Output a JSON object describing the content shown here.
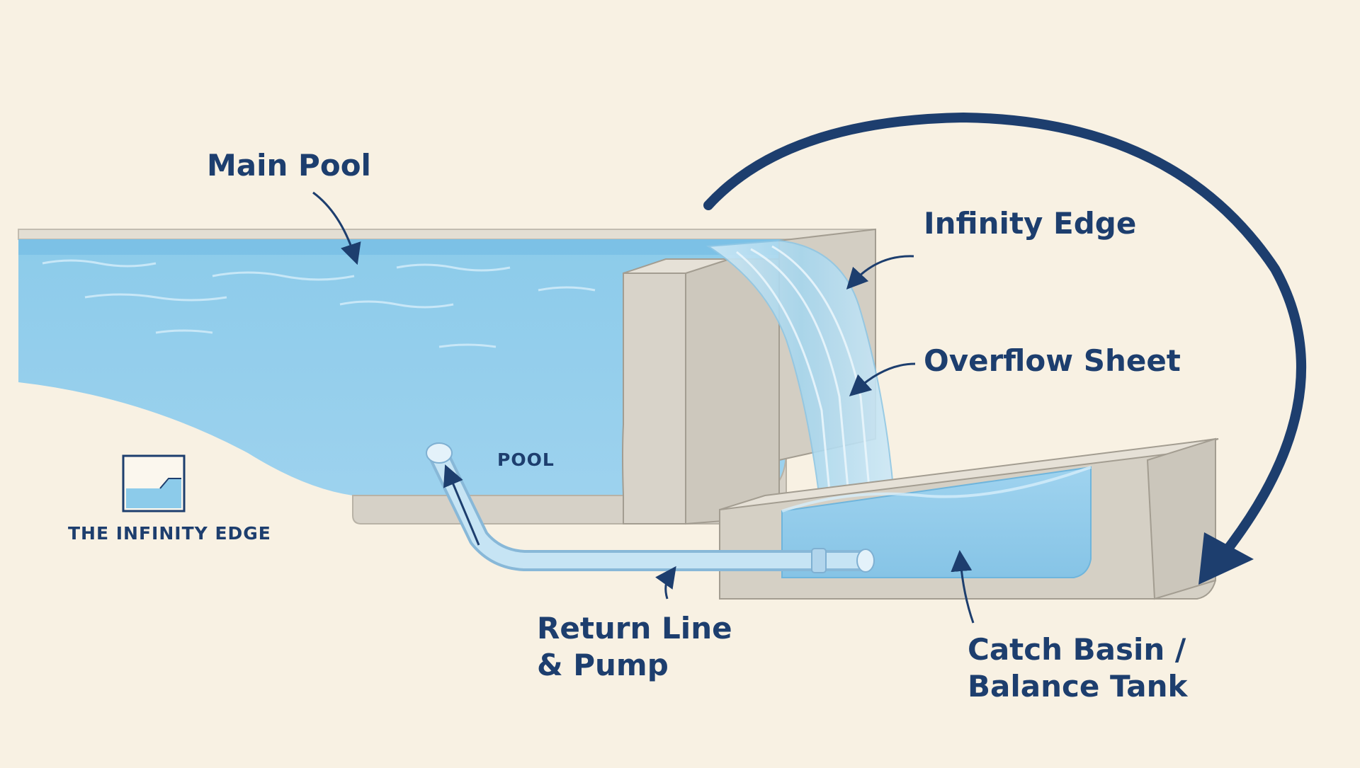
{
  "colors": {
    "background": "#f8f1e3",
    "water_light": "#a9d7ee",
    "water_mid": "#7fc1e4",
    "water_deep": "#5eaed6",
    "concrete": "#d9d5cc",
    "concrete_dark": "#bdb8ad",
    "concrete_edge": "#8f8a80",
    "ink": "#1d3e6e",
    "pipe": "#bfe0f2"
  },
  "labels": {
    "main_pool": "Main Pool",
    "infinity_edge": "Infinity Edge",
    "overflow_sheet": "Overflow Sheet",
    "pool_tag": "POOL",
    "return_line_1": "Return Line",
    "return_line_2": "& Pump",
    "catch_basin_1": "Catch Basin /",
    "catch_basin_2": "Balance Tank"
  },
  "logo": {
    "caption": "THE INFINITY EDGE",
    "icon": "infinity-pool-section-icon"
  },
  "flow": {
    "recirculation_arrow": "curved-arrow-icon",
    "direction": "clockwise"
  }
}
